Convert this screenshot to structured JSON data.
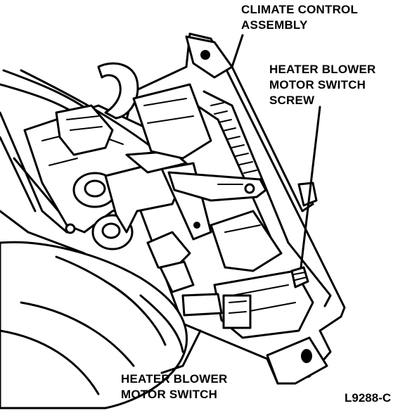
{
  "figure": {
    "labels": {
      "climate_control_line1": "CLIMATE CONTROL",
      "climate_control_line2": "ASSEMBLY",
      "screw_line1": "HEATER BLOWER",
      "screw_line2": "MOTOR SWITCH",
      "screw_line3": "SCREW",
      "switch_line1": "HEATER BLOWER",
      "switch_line2": "MOTOR SWITCH"
    },
    "figure_code": "L9288-C"
  }
}
